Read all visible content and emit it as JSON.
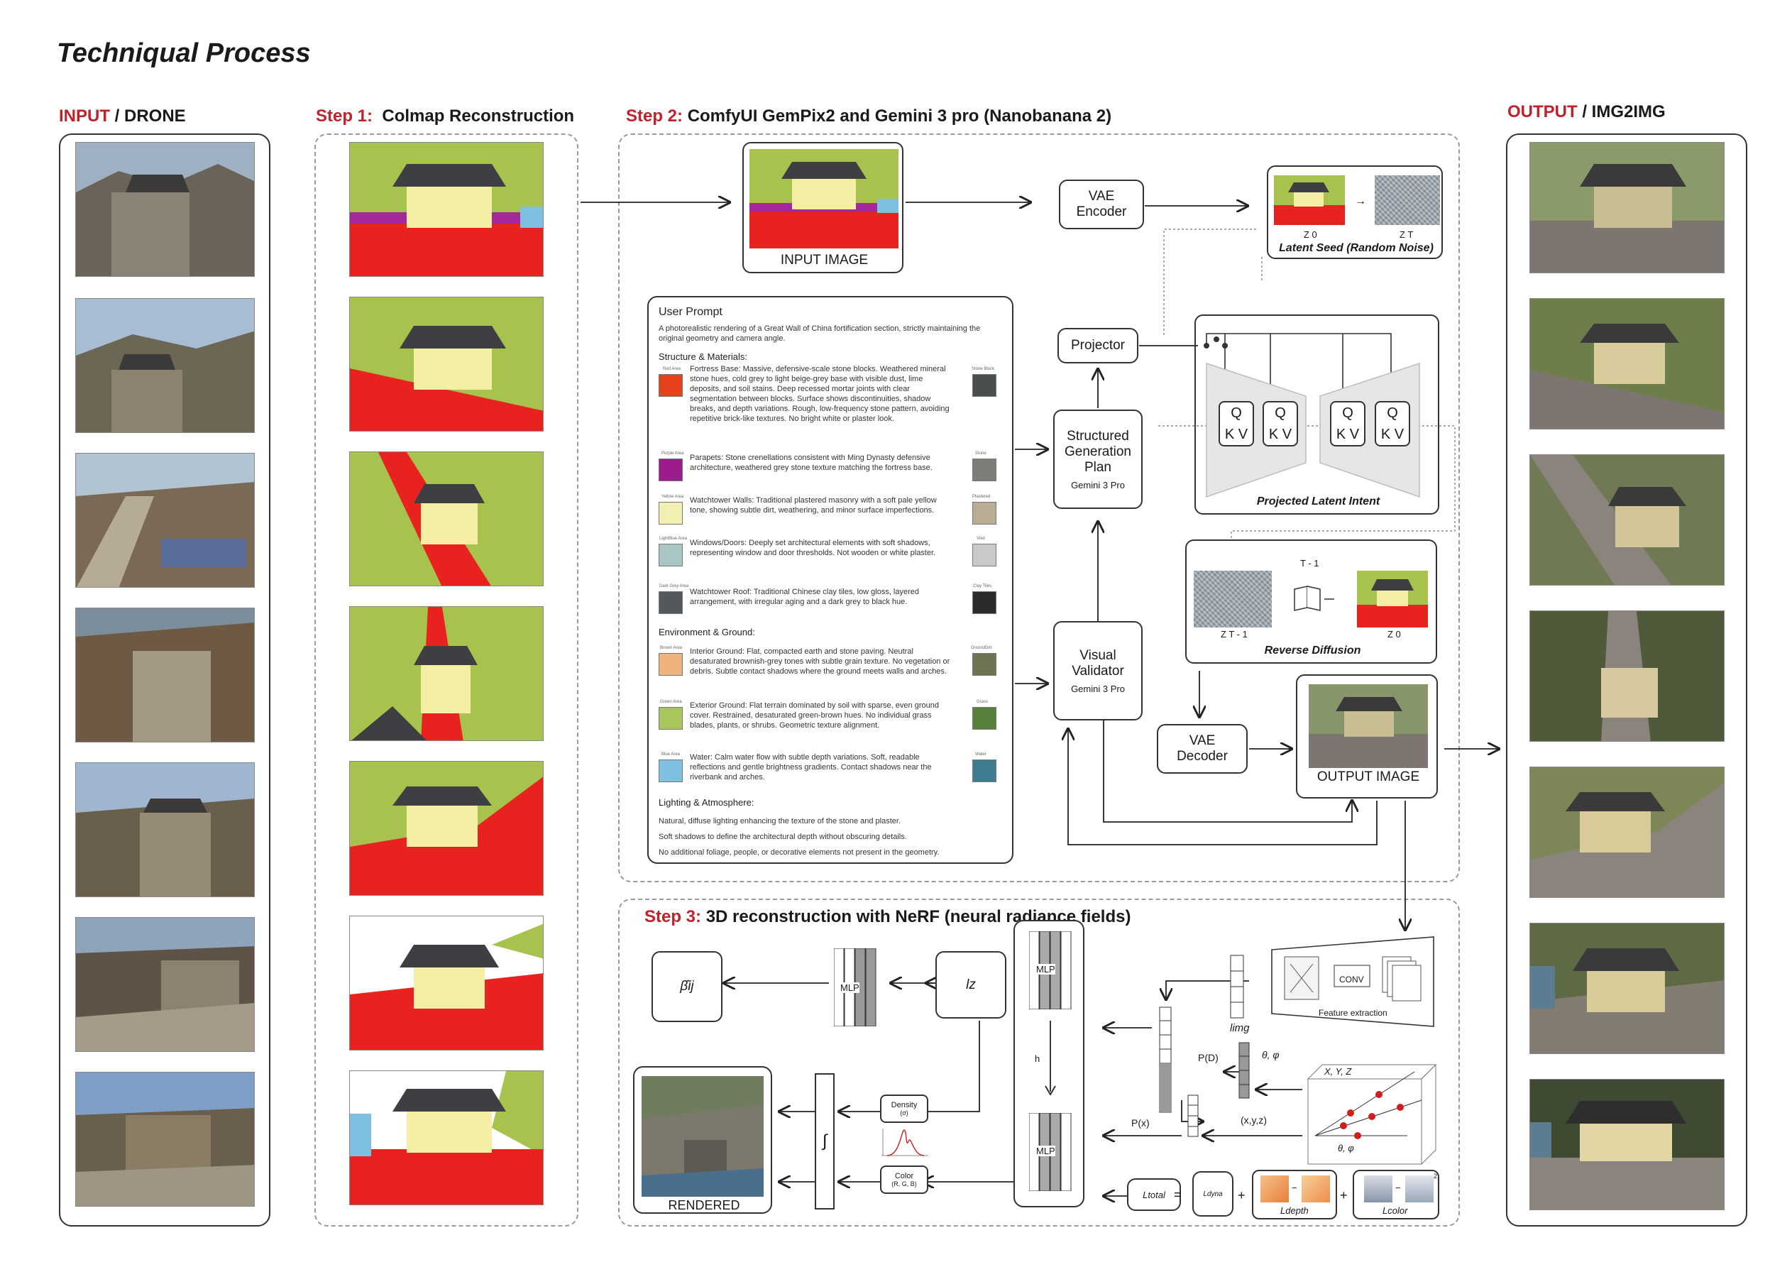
{
  "page_title": "Techniqual Process",
  "sections": {
    "input": {
      "prefix": "INPUT",
      "title": " / DRONE"
    },
    "step1": {
      "prefix": "Step 1:",
      "title": "Colmap Reconstruction"
    },
    "step2": {
      "prefix": "Step 2:",
      "title": "ComfyUI GemPix2 and Gemini 3 pro (Nanobanana 2)"
    },
    "step3": {
      "prefix": "Step 3:",
      "title": "3D reconstruction with NeRF (neural radiance fields)"
    },
    "output": {
      "prefix": "OUTPUT",
      "title": " / IMG2IMG"
    }
  },
  "step2": {
    "input_image_label": "INPUT IMAGE",
    "vae_encoder": "VAE\nEncoder",
    "latent_z0": "Z 0",
    "latent_zt": "Z T",
    "latent_caption": "Latent Seed (Random Noise)",
    "projector": "Projector",
    "structured_plan": "Structured\nGeneration\nPlan",
    "structured_plan_sub": "Gemini 3 Pro",
    "visual_validator": "Visual\nValidator",
    "visual_validator_sub": "Gemini 3 Pro",
    "q_label": "Q",
    "kv_label": "K V",
    "projected_caption": "Projected Latent Intent",
    "rd_t1": "T - 1",
    "rd_zt1": "Z T - 1",
    "rd_z0": "Z 0",
    "reverse_caption": "Reverse Diffusion",
    "vae_decoder": "VAE\nDecoder",
    "output_image_label": "OUTPUT IMAGE"
  },
  "prompt": {
    "title": "User Prompt",
    "intro": "A photorealistic rendering of a Great Wall of China fortification section, strictly maintaining the original geometry and camera angle.",
    "structure_heading": "Structure & Materials:",
    "environment_heading": "Environment & Ground:",
    "lighting_heading": "Lighting & Atmosphere:",
    "items": [
      {
        "left_label": "Red Area",
        "right_label": "Stone Block",
        "color": "#e8401c",
        "texture": "#4a4f4c",
        "text": "Fortress Base: Massive, defensive-scale stone blocks. Weathered mineral stone hues, cold grey to light beige-grey base with visible dust, lime deposits, and soil stains. Deep recessed mortar joints with clear segmentation between blocks. Surface shows discontinuities, shadow breaks, and depth variations. Rough, low-frequency stone pattern, avoiding repetitive brick-like textures. No bright white or plaster look."
      },
      {
        "left_label": "Purple Area",
        "right_label": "Stone",
        "color": "#9c1c8c",
        "texture": "#7d7d7a",
        "text": "Parapets: Stone crenellations consistent with Ming Dynasty defensive architecture, weathered grey stone texture matching the fortress base."
      },
      {
        "left_label": "Yellow Area",
        "right_label": "Plastered",
        "color": "#f3eeb2",
        "texture": "#b9ad96",
        "text": "Watchtower Walls: Traditional plastered masonry with a soft pale yellow tone, showing subtle dirt, weathering, and minor surface imperfections."
      },
      {
        "left_label": "LightBlue Area",
        "right_label": "Void",
        "color": "#a8c6c6",
        "texture": "#c9c9c9",
        "text": "Windows/Doors: Deeply set architectural elements with soft shadows, representing window and door thresholds. Not wooden or white plaster."
      },
      {
        "left_label": "Dark Grey Area",
        "right_label": "Clay Tiles",
        "color": "#55585a",
        "texture": "#2b2b2b",
        "text": "Watchtower Roof: Traditional Chinese clay tiles, low gloss, layered arrangement, with irregular aging and a dark grey to black hue."
      },
      {
        "left_label": "Brown Area",
        "right_label": "GroundDirt",
        "color": "#efb27c",
        "texture": "#6f7352",
        "text": "Interior Ground: Flat, compacted earth and stone paving. Neutral desaturated brownish-grey tones with subtle grain texture. No vegetation or debris. Subtle contact shadows where the ground meets walls and arches."
      },
      {
        "left_label": "Green Area",
        "right_label": "Grass",
        "color": "#a7c65c",
        "texture": "#58803a",
        "text": "Exterior Ground: Flat terrain dominated by soil with sparse, even ground cover. Restrained, desaturated green-brown hues. No individual grass blades, plants, or shrubs. Geometric texture alignment."
      },
      {
        "left_label": "Blue Area",
        "right_label": "Water",
        "color": "#7ec0e0",
        "texture": "#3f7c92",
        "text": "Water: Calm water flow with subtle depth variations. Soft, readable reflections and gentle brightness gradients. Contact shadows near the riverbank and arches."
      }
    ],
    "lighting": [
      "Natural, diffuse lighting enhancing the texture of the stone and plaster.",
      "Soft shadows to define the architectural depth without obscuring details.",
      "No additional foliage, people, or decorative elements not present in the geometry."
    ]
  },
  "step3": {
    "beta": "β̂ij",
    "mlp": "MLP",
    "lz": "lz",
    "limg": "limg",
    "h": "h",
    "density": "Density",
    "density_sub": "(σ)",
    "color": "Color",
    "color_sub": "(R, G, B)",
    "integral": "∫",
    "rendered_label": "RENDERED",
    "pd": "P(D)",
    "px": "P(x)",
    "theta_phi": "θ, φ",
    "xyz": "(x,y,z)",
    "cube_xyz": "X, Y, Z",
    "cube_theta": "θ, φ",
    "conv": "CONV",
    "feature_extraction": "Feature extraction",
    "l_total": "Ltotal",
    "equals": "=",
    "plus": "+",
    "l_dyna": "Ldyna",
    "l_depth": "Ldepth",
    "l_color": "Lcolor",
    "minus": "−",
    "exp2": "2"
  },
  "colors": {
    "accent_red": "#c0222c",
    "seg_red": "#e8231f",
    "seg_purple": "#a4279c",
    "seg_yellow": "#f5efa5",
    "seg_green": "#a8c24e",
    "seg_roof": "#3d3f42"
  }
}
